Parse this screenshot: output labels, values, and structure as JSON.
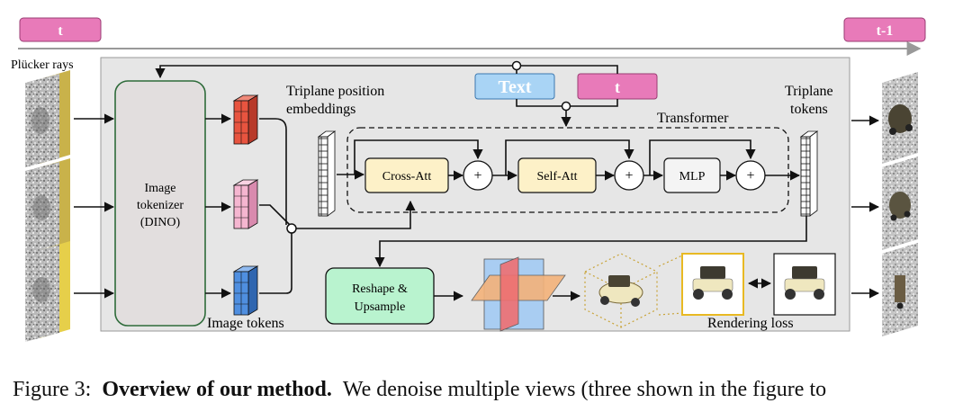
{
  "timeline": {
    "start_label": "t",
    "end_label": "t-1"
  },
  "labels": {
    "plucker_rays": "Plücker rays",
    "image_tokenizer_line1": "Image",
    "image_tokenizer_line2": "tokenizer",
    "image_tokenizer_line3": "(DINO)",
    "image_tokens": "Image tokens",
    "triplane_pos_line1": "Triplane position",
    "triplane_pos_line2": "embeddings",
    "text_box": "Text",
    "t_box": "t",
    "transformer": "Transformer",
    "cross_att": "Cross-Att",
    "self_att": "Self-Att",
    "mlp": "MLP",
    "plus": "+",
    "triplane_tokens_line1": "Triplane",
    "triplane_tokens_line2": "tokens",
    "reshape_line1": "Reshape &",
    "reshape_line2": "Upsample",
    "rendering_loss": "Rendering loss"
  },
  "colors": {
    "pink": "#e87ab9",
    "text_blue": "#a9d4f5",
    "panel_gray": "#e6e6e6",
    "tokenizer_gray": "#e2dede",
    "tokenizer_border": "#2e6b3a",
    "att_yellow": "#fdf1c8",
    "reshape_green": "#b9f3cf",
    "token_red": "#e8543f",
    "token_pink": "#f5b6d0",
    "token_blue": "#4f8fe0"
  },
  "caption": {
    "figure_label": "Figure 3:",
    "title": "Overview of our method.",
    "text": "We denoise multiple views (three shown in the figure to"
  }
}
